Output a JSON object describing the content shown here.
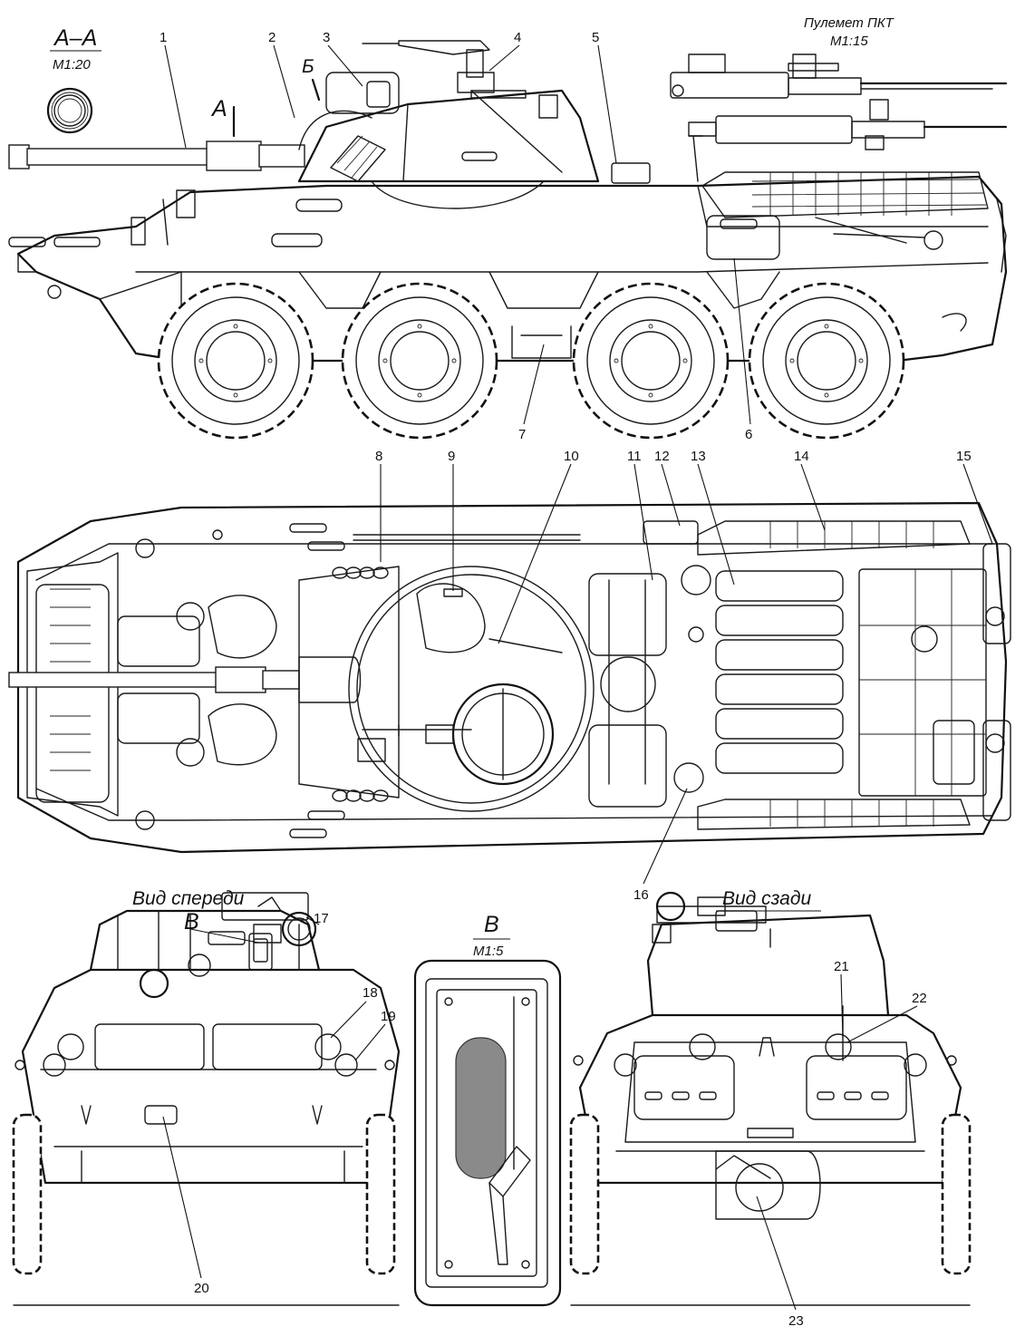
{
  "views": {
    "section_aa": {
      "label": "А–А",
      "scale": "М1:20"
    },
    "machine_gun": {
      "label": "Пулемет ПКТ",
      "scale": "М1:15"
    },
    "front": {
      "label": "Вид спереди"
    },
    "rear": {
      "label": "Вид сзади"
    },
    "detail_v": {
      "label": "В",
      "scale": "М1:5"
    }
  },
  "markers": {
    "a": "А",
    "b": "Б",
    "v": "В"
  },
  "callouts": [
    "1",
    "2",
    "3",
    "4",
    "5",
    "6",
    "7",
    "8",
    "9",
    "10",
    "11",
    "12",
    "13",
    "14",
    "15",
    "16",
    "17",
    "18",
    "19",
    "20",
    "21",
    "22",
    "23"
  ]
}
